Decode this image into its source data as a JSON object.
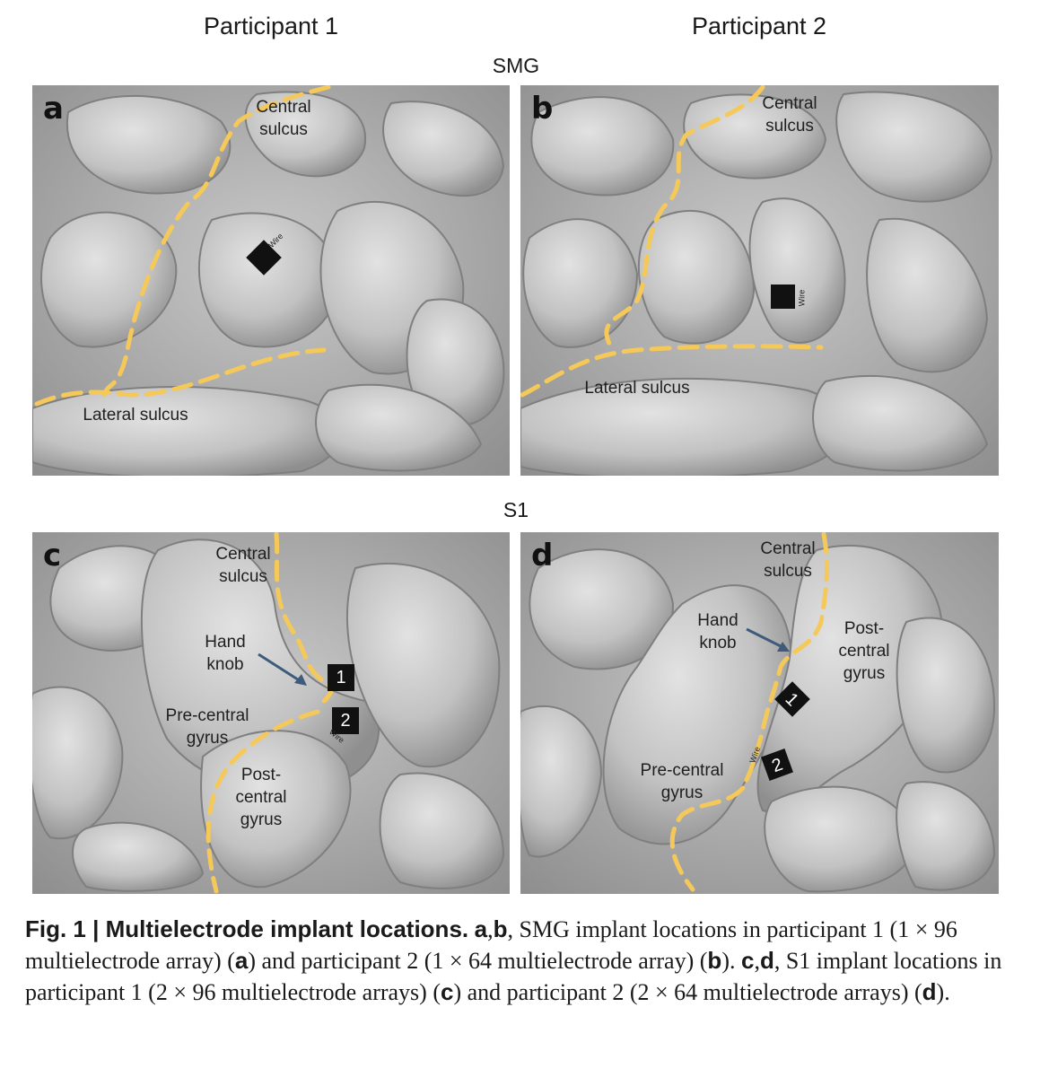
{
  "columns": {
    "left": "Participant 1",
    "right": "Participant 2"
  },
  "rows": {
    "top": "SMG",
    "bottom": "S1"
  },
  "panels": {
    "a": {
      "label": "a",
      "central": "Central\nsulcus",
      "lateral": "Lateral sulcus",
      "wire": "Wire"
    },
    "b": {
      "label": "b",
      "central": "Central\nsulcus",
      "lateral": "Lateral sulcus",
      "wire": "Wire"
    },
    "c": {
      "label": "c",
      "central": "Central\nsulcus",
      "hand": "Hand\nknob",
      "pre": "Pre-central\ngyrus",
      "post": "Post-\ncentral\ngyrus",
      "m1": "1",
      "m2": "2",
      "wire": "Wire"
    },
    "d": {
      "label": "d",
      "central": "Central\nsulcus",
      "hand": "Hand\nknob",
      "pre": "Pre-central\ngyrus",
      "post": "Post-\ncentral\ngyrus",
      "m1": "1",
      "m2": "2",
      "wire": "Wire"
    }
  },
  "caption": {
    "figure": "Fig. 1 | ",
    "title": "Multielectrode implant locations.",
    "s1": " ",
    "ab_a": "a",
    "ab_sep": ",",
    "ab_b": "b",
    "t1": ", SMG implant locations in participant 1 (1 × 96 multielectrode array) (",
    "r_a": "a",
    "t2": ") and participant 2 (1 × 64 multielectrode array) (",
    "r_b": "b",
    "t3": "). ",
    "cd_c": "c",
    "cd_sep": ",",
    "cd_d": "d",
    "t4": ", S1 implant locations in participant 1 (2 × 96 multielectrode arrays) (",
    "r_c": "c",
    "t5": ") and participant 2 (2 × 64 multielectrode arrays) (",
    "r_d": "d",
    "t6": ")."
  },
  "colors": {
    "sulcus_line": "#f5c85a",
    "arrow": "#3f5a7a",
    "marker": "#111111"
  }
}
